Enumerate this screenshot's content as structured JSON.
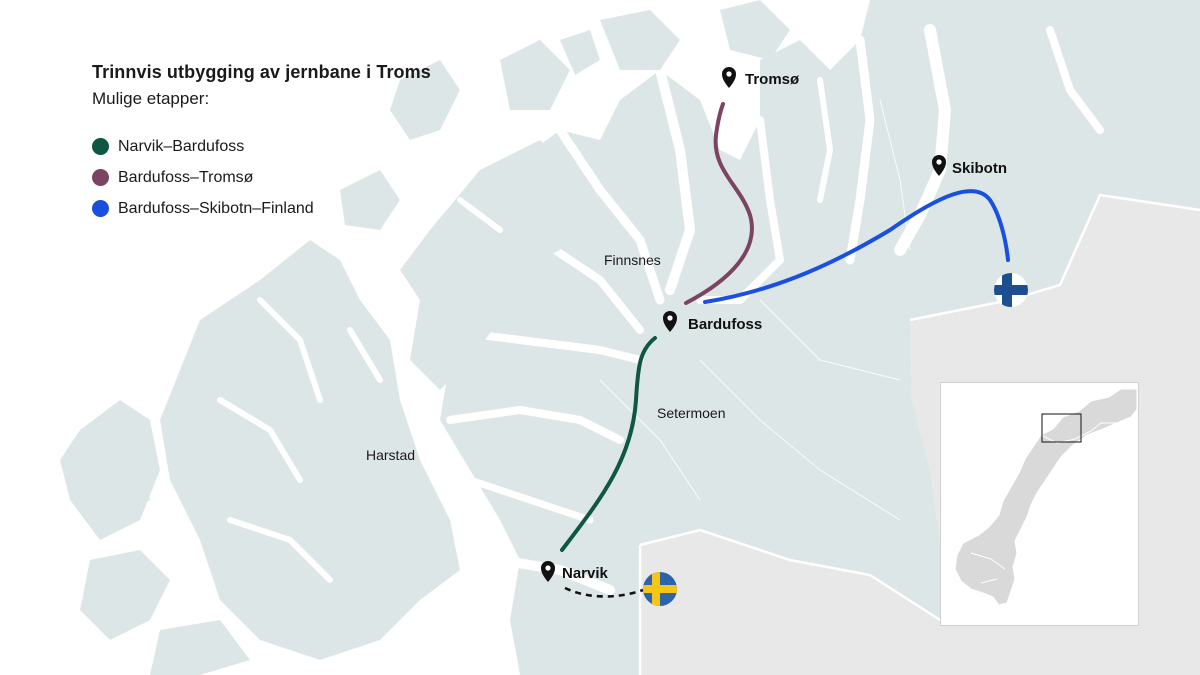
{
  "legend": {
    "title": "Trinnvis utbygging av jernbane i Troms",
    "subtitle": "Mulige etapper:",
    "items": [
      {
        "label": "Narvik–Bardufoss",
        "color": "#0f5740"
      },
      {
        "label": "Bardufoss–Tromsø",
        "color": "#7b4462"
      },
      {
        "label": "Bardufoss–Skibotn–Finland",
        "color": "#1a4fe0"
      }
    ]
  },
  "places": {
    "tromso": "Tromsø",
    "skibotn": "Skibotn",
    "bardufoss": "Bardufoss",
    "narvik": "Narvik",
    "finnsnes": "Finnsnes",
    "setermoen": "Setermoen",
    "harstad": "Harstad"
  },
  "colors": {
    "land": "#dde6e6",
    "foreign_land": "#e8e8e8",
    "water": "#ffffff",
    "border": "#ffffff",
    "route_narvik_bardufoss": "#0f5740",
    "route_bardufoss_tromso": "#7b4462",
    "route_bardufoss_finland": "#1a4fe0",
    "existing_line": "#111111"
  },
  "icons": [
    "map-pin-icon",
    "finland-flag-icon",
    "sweden-flag-icon"
  ]
}
